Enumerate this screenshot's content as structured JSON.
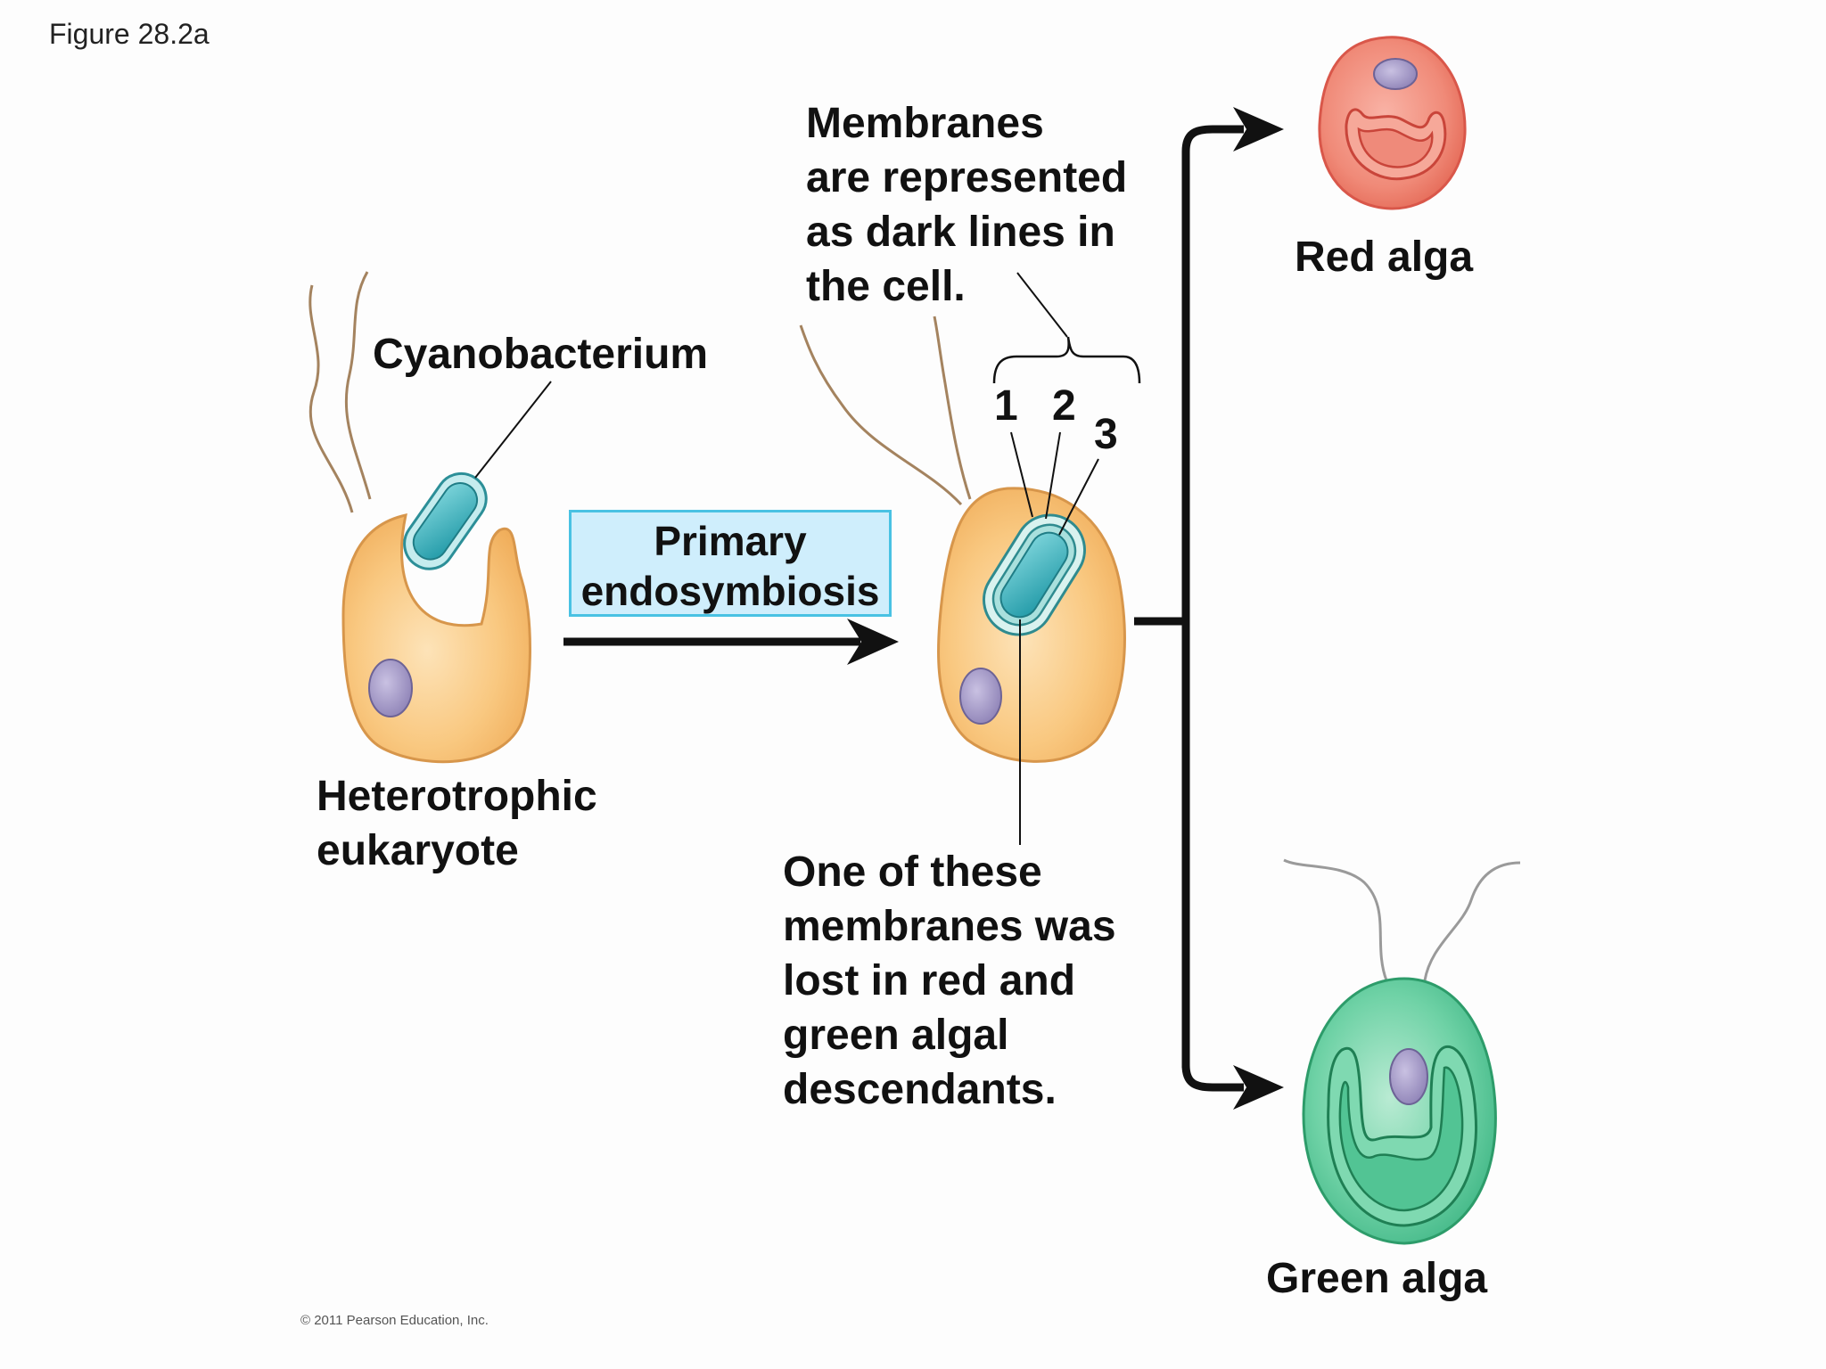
{
  "figure_label": "Figure 28.2a",
  "copyright": "© 2011 Pearson Education, Inc.",
  "labels": {
    "cyanobacterium": "Cyanobacterium",
    "heterotrophic_eukaryote": [
      "Heterotrophic",
      "eukaryote"
    ],
    "primary_endosymbiosis": [
      "Primary",
      "endosymbiosis"
    ],
    "membranes_note": [
      "Membranes",
      "are represented",
      "as dark lines in",
      "the cell."
    ],
    "membrane_numbers": [
      "1",
      "2",
      "3"
    ],
    "lost_membrane_note": [
      "One of these",
      "membranes was",
      "lost in red and",
      "green algal",
      "descendants."
    ],
    "red_alga": "Red alga",
    "green_alga": "Green alga"
  },
  "colors": {
    "eukaryote_fill": "#f8c47c",
    "cyanobacterium_fill": "#3fb5c0",
    "nucleus_fill": "#a89cc8",
    "red_alga_fill": "#ef7f6f",
    "green_alga_fill": "#5cc99a",
    "process_box_fill": "#cfeefc",
    "process_box_border": "#49c2e3"
  }
}
